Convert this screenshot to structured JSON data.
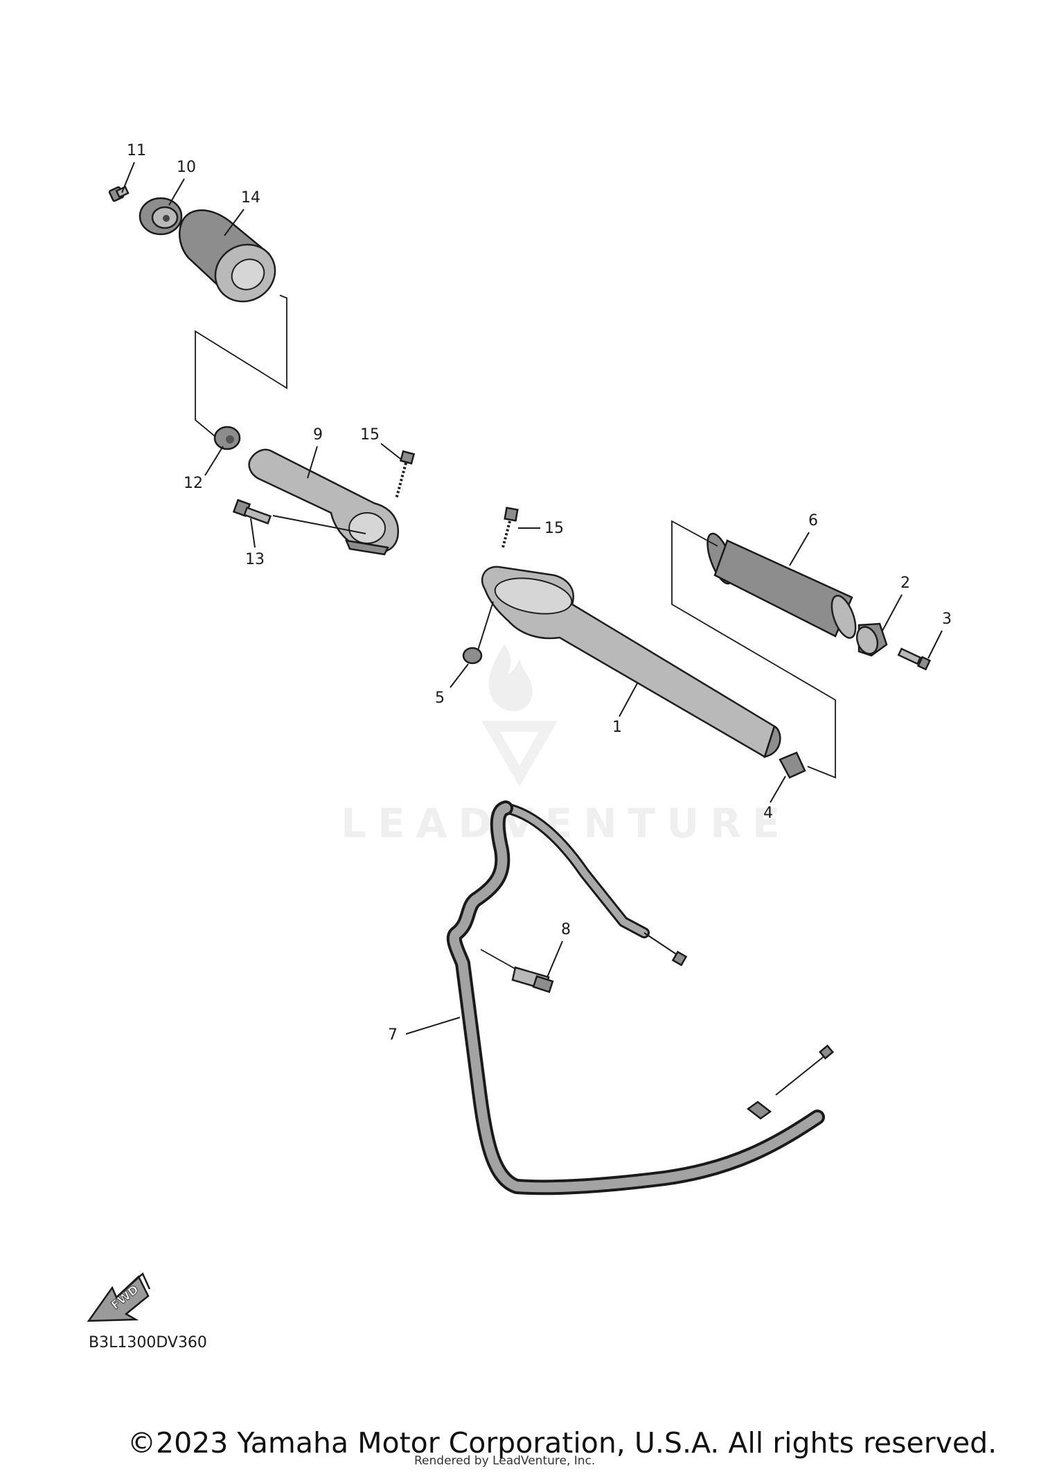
{
  "callouts": {
    "c1": "1",
    "c2": "2",
    "c3": "3",
    "c4": "4",
    "c5": "5",
    "c6": "6",
    "c7": "7",
    "c8": "8",
    "c9": "9",
    "c10": "10",
    "c11": "11",
    "c12": "12",
    "c13": "13",
    "c14": "14",
    "c15a": "15",
    "c15b": "15"
  },
  "watermark": {
    "text": "LEADVENTURE"
  },
  "fwd_arrow": {
    "label": "FWD"
  },
  "diagram_code": "B3L1300DV360",
  "footer": {
    "copyright": "©2023 Yamaha Motor Corporation, U.S.A. All rights reserved.",
    "rendered_by": "Rendered by LeadVenture, Inc."
  }
}
